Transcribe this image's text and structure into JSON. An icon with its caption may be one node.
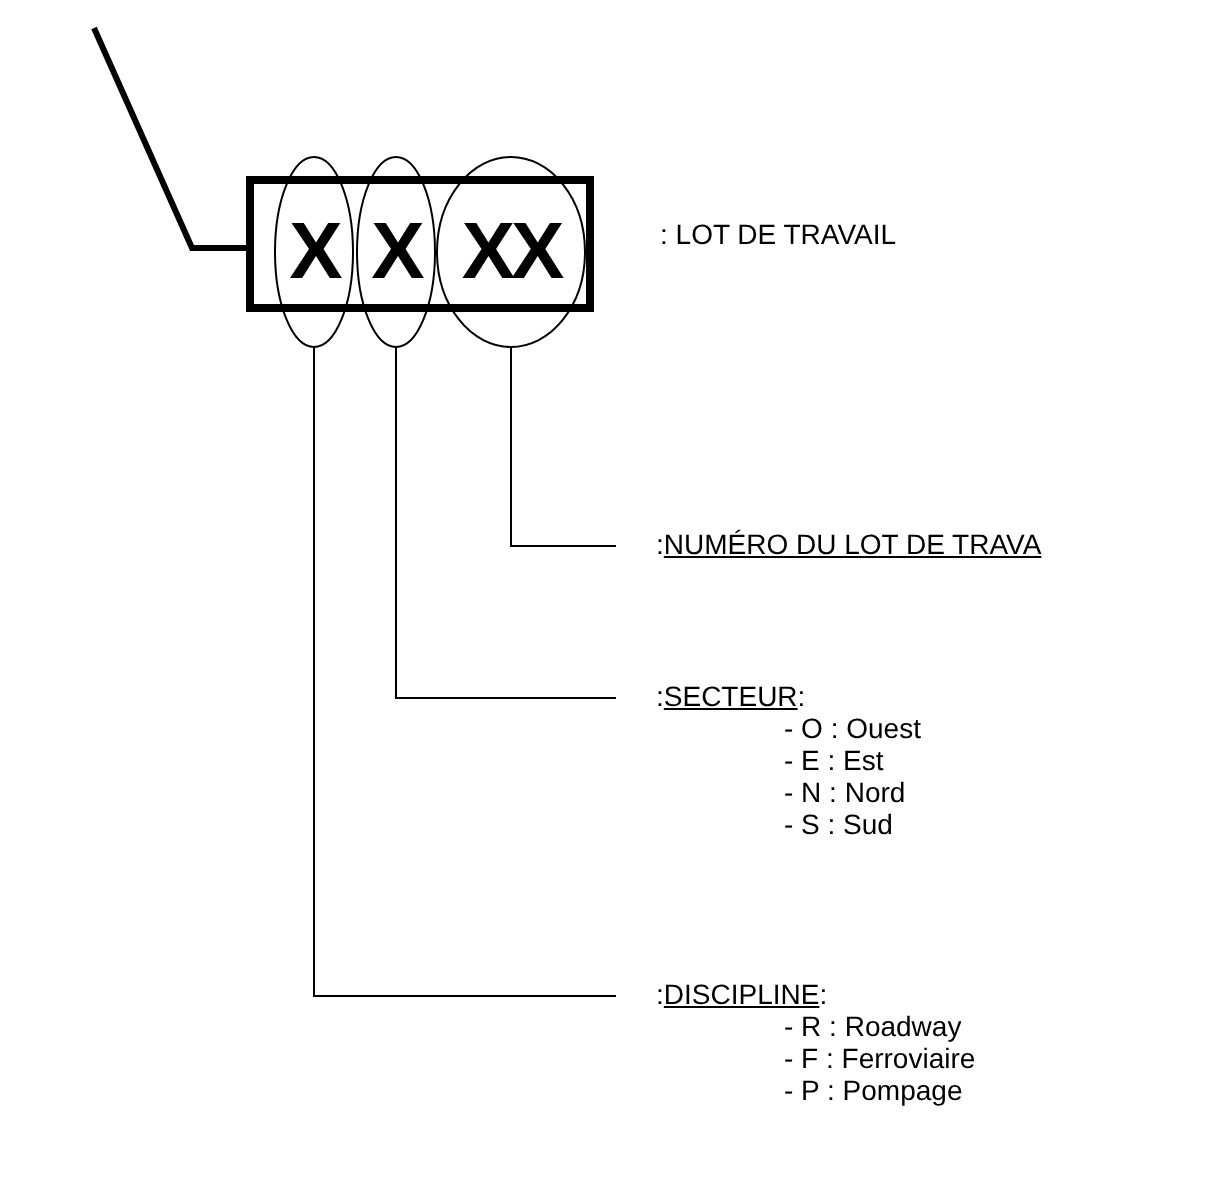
{
  "diagram": {
    "nodes": [
      {
        "text": [],
        "shape": "box"
      },
      {
        "text": [
          "X"
        ]
      },
      {
        "text": [
          "X"
        ]
      },
      {
        "text": [
          "XX"
        ]
      },
      {
        "text": [
          ":NUMÉRO DU LOT DE TRAVA"
        ]
      },
      {
        "text": [
          ":SECTEUR:",
          "- O : Ouest",
          "- E : Est",
          "- N : Nord",
          "- S : Sud"
        ]
      },
      {
        "text": [
          ":DISCIPLINE:",
          "- R : Roadway",
          "- F : Ferroviaire",
          "- P : Pompage"
        ]
      }
    ],
    "edges": [
      {
        "from": null,
        "to": 0,
        "arrow": "none",
        "style": "thick"
      },
      {
        "from": 3,
        "to": 4,
        "arrow": "none"
      },
      {
        "from": 2,
        "to": 5,
        "arrow": "none"
      },
      {
        "from": 1,
        "to": 6,
        "arrow": "none"
      }
    ],
    "labels": [
      ": LOT DE TRAVAIL"
    ]
  }
}
